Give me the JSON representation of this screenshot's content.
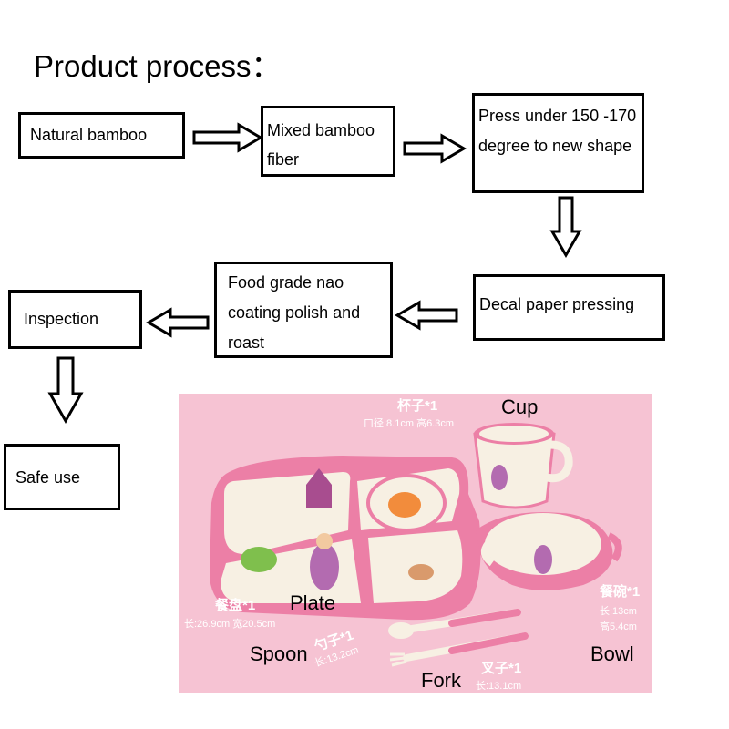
{
  "title": "Product process：",
  "steps": {
    "natural_bamboo": "Natural bamboo",
    "mixed_fiber": "Mixed bamboo fiber",
    "press": "Press under 150  -170 degree to new shape",
    "decal": "Decal paper pressing",
    "coating": "Food grade nao coating polish and roast",
    "inspection": "Inspection",
    "safe_use": "Safe use"
  },
  "photo": {
    "labels": {
      "cup": "Cup",
      "plate": "Plate",
      "spoon": "Spoon",
      "fork": "Fork",
      "bowl": "Bowl"
    },
    "specs": {
      "cup_name": "杯子*1",
      "cup_size": "口径:8.1cm 高6.3cm",
      "plate_name": "餐盘*1",
      "plate_size": "长:26.9cm 宽20.5cm",
      "spoon_name": "勺子*1",
      "spoon_size": "长:13.2cm",
      "fork_name": "叉子*1",
      "fork_size": "长:13.1cm",
      "bowl_name": "餐碗*1",
      "bowl_len": "长:13cm",
      "bowl_height": "高5.4cm"
    }
  },
  "colors": {
    "photo_bg": "#f6c3d3",
    "ware_pink": "#ec7fa6",
    "ware_cream": "#f7f0e3"
  }
}
